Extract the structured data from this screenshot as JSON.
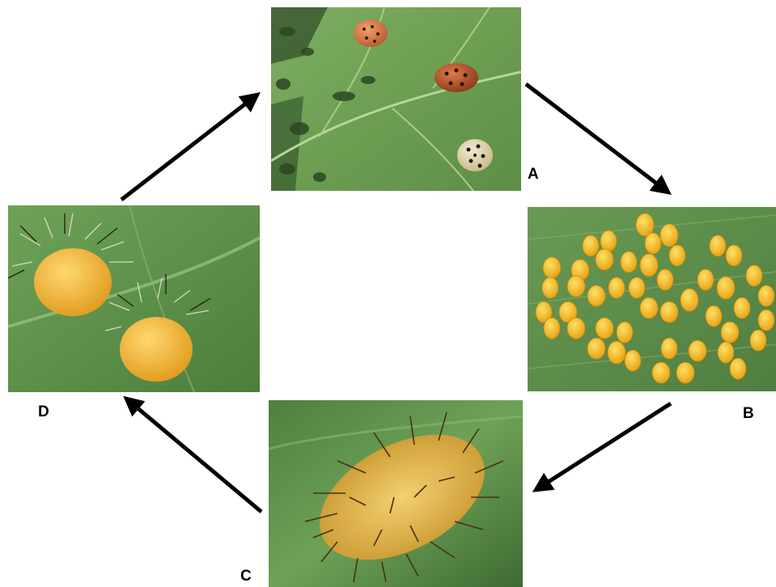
{
  "stages": [
    {
      "label": "A",
      "subject": "adult-beetles-on-leaf"
    },
    {
      "label": "B",
      "subject": "egg-cluster"
    },
    {
      "label": "C",
      "subject": "spiny-larva"
    },
    {
      "label": "D",
      "subject": "pupae"
    }
  ],
  "colors": {
    "leaf_dark": "#3f6b35",
    "leaf_light": "#8ab46a",
    "egg_yellow": "#f2b416",
    "larva_yellow": "#e2b54a",
    "pupa_yellow": "#f0b83a",
    "arrow": "#000000"
  }
}
